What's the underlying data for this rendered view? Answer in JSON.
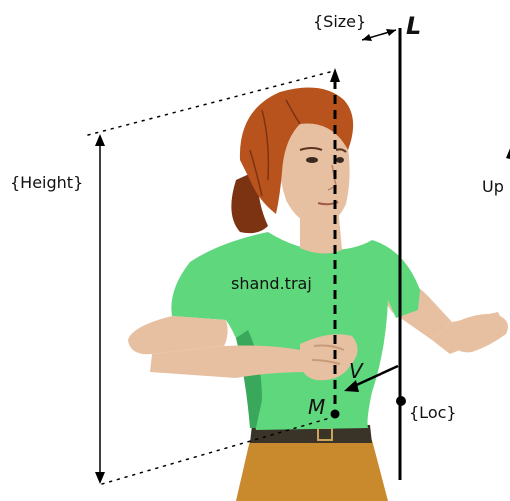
{
  "labels": {
    "size": "{Size}",
    "height": "{Height}",
    "loc": "{Loc}",
    "line_name": "L",
    "traj_name": "shand.traj",
    "vector_name": "V",
    "point_name": "M",
    "up": "Up"
  },
  "colors": {
    "shirt": "#5fd77c",
    "shirt_shadow": "#3aa85a",
    "skin": "#e7c0a2",
    "skin_shadow": "#c99a7a",
    "hair": "#b8531e",
    "hair_dark": "#7c3312",
    "pants": "#c98a2e",
    "belt": "#3a3328",
    "ink": "#000000"
  }
}
